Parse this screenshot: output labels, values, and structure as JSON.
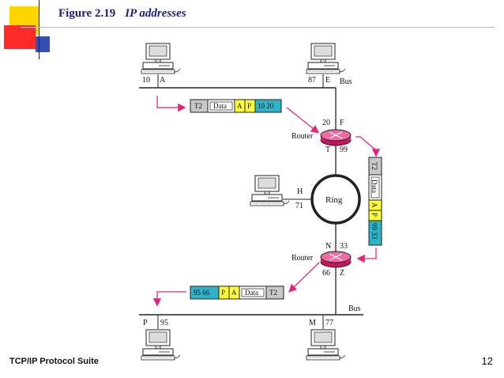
{
  "title": {
    "figure": "Figure 2.19",
    "caption": "IP addresses"
  },
  "footer": {
    "suite": "TCP/IP Protocol Suite",
    "page": "12"
  },
  "colors": {
    "router": "#e8247a",
    "arrow": "#e8247a",
    "ip_field": "#2fb3c8",
    "addr_field": "#ffff33",
    "trailer": "#c8c8c8",
    "title": "#1f1f7a"
  },
  "top_bus": {
    "label": "Bus",
    "host_a": {
      "num": "10",
      "name": "A"
    },
    "host_e": {
      "num": "87",
      "name": "E"
    }
  },
  "bottom_bus": {
    "label": "Bus",
    "host_p": {
      "num": "P",
      "name": "95"
    },
    "host_m": {
      "num": "M",
      "name": "77"
    }
  },
  "router1": {
    "label": "Router",
    "top_num": "20",
    "top_name": "F",
    "bottom_name": "T",
    "bottom_num": "99"
  },
  "router2": {
    "label": "Router",
    "top_name": "N",
    "top_num": "33",
    "bottom_num": "66",
    "bottom_name": "Z"
  },
  "ring": {
    "label": "Ring",
    "host_h": {
      "name": "H",
      "num": "71"
    }
  },
  "packet1": {
    "trailer": "T2",
    "data": "Data",
    "a": "A",
    "p": "P",
    "ip": "10 20"
  },
  "packet2": {
    "trailer": "T2",
    "data": "Data",
    "a": "A",
    "p": "P",
    "ip": "99 33"
  },
  "packet3": {
    "ip": "95 66",
    "p": "P",
    "a": "A",
    "data": "Data",
    "trailer": "T2"
  }
}
